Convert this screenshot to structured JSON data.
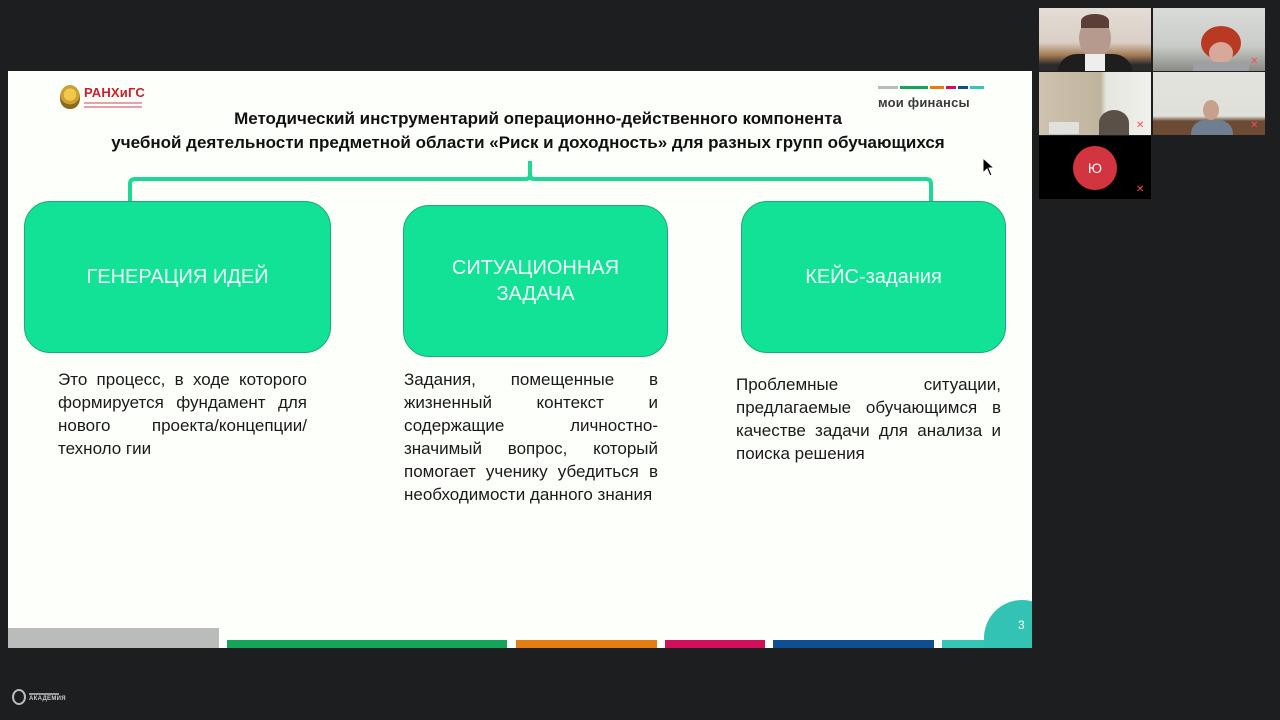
{
  "slide": {
    "logo_left": {
      "name": "РАНХиГС"
    },
    "logo_right": {
      "name": "мои финансы",
      "stripe_colors": [
        "#b9bcba",
        "#14a55a",
        "#e47e12",
        "#d0105a",
        "#0e4f94",
        "#36c5b7"
      ]
    },
    "title_line1": "Методический инструментарий операционно-действенного компонента",
    "title_line2": "учебной деятельности предметной области «Риск и доходность» для разных групп обучающихся",
    "columns": [
      {
        "box_label": "ГЕНЕРАЦИЯ ИДЕЙ",
        "description": "Это процесс, в ходе которого формируется фундамент для нового проекта/концепции/техноло гии"
      },
      {
        "box_label": "СИТУАЦИОННАЯ ЗАДАЧА",
        "description": "Задания, помещенные в жизненный контекст и содержащие личностно-значимый вопрос, который помогает ученику убедиться в необходимости данного знания"
      },
      {
        "box_label": "КЕЙС-задания",
        "description": "Проблемные ситуации, предлагаемые обучающимся в качестве задачи для анализа и поиска решения"
      }
    ],
    "page_number": "3",
    "colors": {
      "box_fill": "#12e295",
      "box_border": "#22a878",
      "bracket": "#1fd896",
      "footer_bars": [
        "#b9bcba",
        "#14a55a",
        "#e47e12",
        "#d0105a",
        "#0e4f94",
        "#36c5b7"
      ]
    }
  },
  "video_panel": {
    "participants": [
      {
        "type": "video",
        "muted": false
      },
      {
        "type": "video",
        "muted": true
      },
      {
        "type": "video",
        "muted": true
      },
      {
        "type": "video",
        "muted": true
      },
      {
        "type": "avatar",
        "initial": "Ю",
        "muted": true
      }
    ]
  },
  "footer": {
    "logo_text": "АКАДЕМИЯ"
  }
}
